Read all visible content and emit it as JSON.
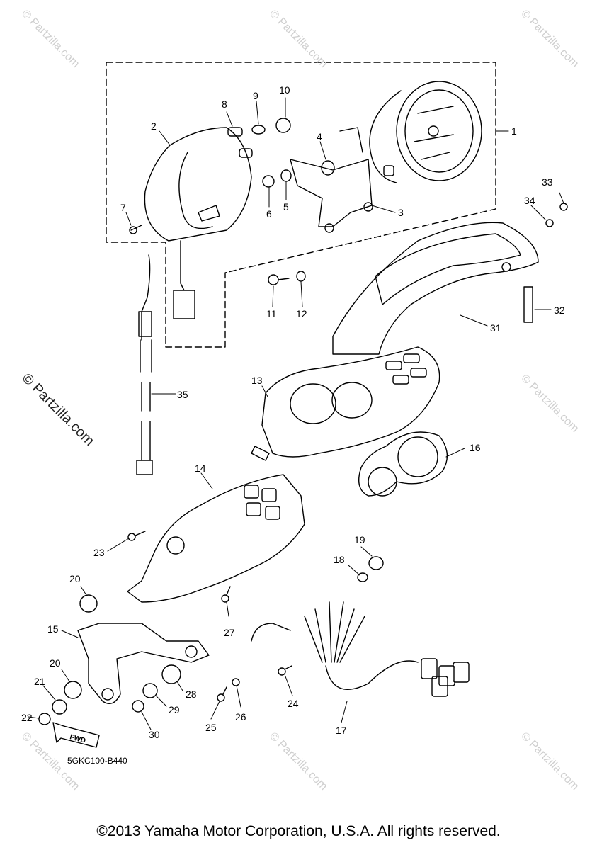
{
  "watermarks": {
    "main": "© Partzilla.com",
    "faint": "© Partzilla.com"
  },
  "diagram_code": "5GKC100-B440",
  "fwd_label": "FWD",
  "copyright": "©2013 Yamaha Motor Corporation, U.S.A. All rights reserved.",
  "callouts": [
    "1",
    "2",
    "3",
    "4",
    "5",
    "6",
    "7",
    "8",
    "9",
    "10",
    "11",
    "12",
    "13",
    "14",
    "15",
    "16",
    "17",
    "18",
    "19",
    "20",
    "20",
    "21",
    "22",
    "23",
    "24",
    "25",
    "26",
    "27",
    "28",
    "29",
    "30",
    "31",
    "32",
    "33",
    "34",
    "35"
  ]
}
